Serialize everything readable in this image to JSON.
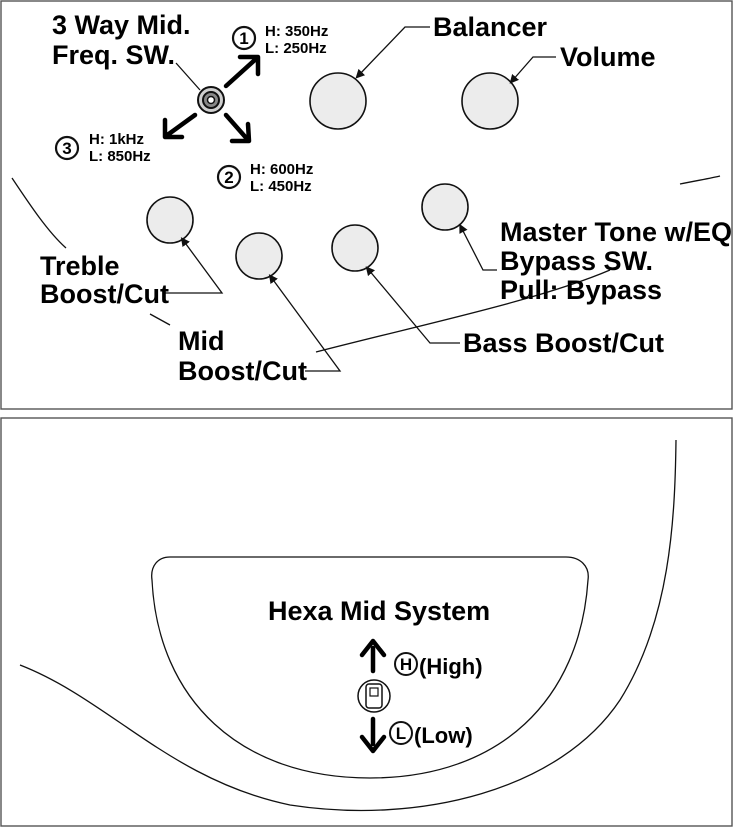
{
  "top_panel": {
    "freq_switch_label_1": "3 Way Mid.",
    "freq_switch_label_2": "Freq. SW.",
    "pos1": {
      "num": "1",
      "hi": "H: 350Hz",
      "lo": "L: 250Hz"
    },
    "pos2": {
      "num": "2",
      "hi": "H: 600Hz",
      "lo": "L: 450Hz"
    },
    "pos3": {
      "num": "3",
      "hi": "H: 1kHz",
      "lo": "L: 850Hz"
    },
    "balancer": "Balancer",
    "volume": "Volume",
    "master_1": "Master Tone w/EQ",
    "master_2": "Bypass SW.",
    "master_3": "Pull: Bypass",
    "treble_1": "Treble",
    "treble_2": "Boost/Cut",
    "mid_1": "Mid",
    "mid_2": "Boost/Cut",
    "bass": "Bass Boost/Cut"
  },
  "bottom_panel": {
    "title": "Hexa Mid System",
    "high_symbol": "H",
    "high_label": "(High)",
    "low_symbol": "L",
    "low_label": "(Low)"
  }
}
